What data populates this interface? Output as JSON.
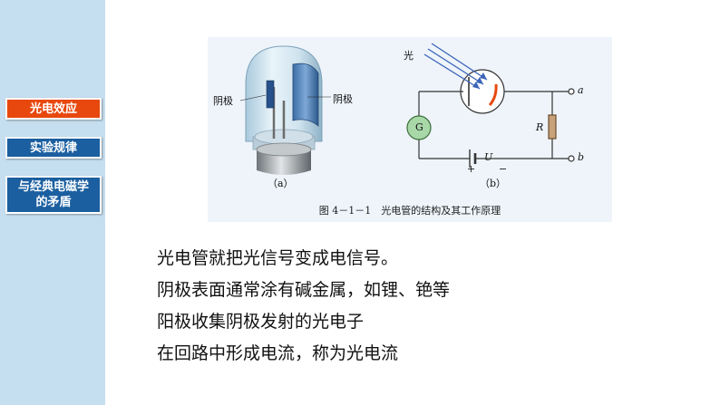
{
  "sidebar": {
    "items": [
      {
        "label": "光电效应",
        "active": true
      },
      {
        "label": "实验规律",
        "active": false
      },
      {
        "label": "与经典电磁学的矛盾",
        "active": false
      }
    ]
  },
  "figure": {
    "labels": {
      "cathode_left": "阴极",
      "anode_right": "阴极",
      "panel_a": "（a）",
      "light": "光",
      "galvanometer": "G",
      "resistor": "R",
      "terminal_a": "a",
      "terminal_b": "b",
      "voltage": "U",
      "plus": "+",
      "minus": "−",
      "panel_b": "（b）"
    },
    "caption": "图 4－1－1　光电管的结构及其工作原理"
  },
  "main": {
    "lines": [
      "光电管就把光信号变成电信号。",
      "阴极表面通常涂有碱金属，如锂、铯等",
      "阳极收集阴极发射的光电子",
      "在回路中形成电流，称为光电流"
    ]
  },
  "colors": {
    "sidebar_bg": "#c6dff0",
    "active_nav": "#e8480e",
    "nav": "#1b5fa0",
    "figure_bg": "#eef4fa"
  }
}
